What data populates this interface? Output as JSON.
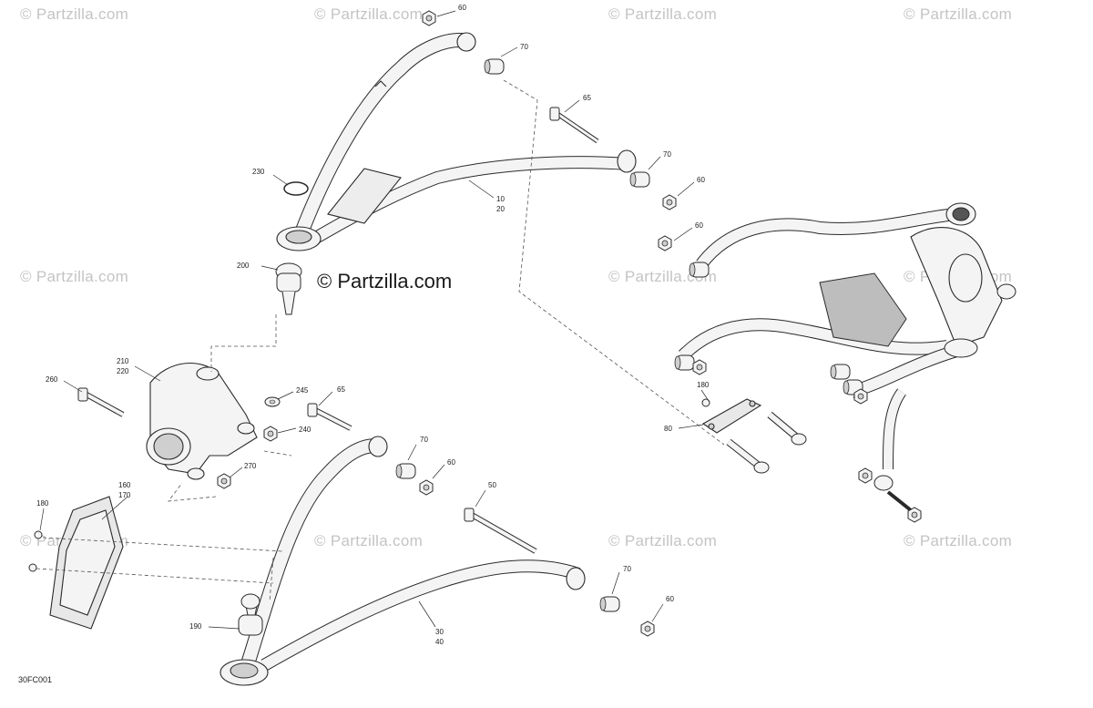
{
  "watermark": "© Partzilla.com",
  "brand": "© Partzilla.com",
  "diagram_code": "30FC001",
  "callouts": [
    "60",
    "70",
    "65",
    "70",
    "60",
    "230",
    "10",
    "20",
    "200",
    "60",
    "210",
    "220",
    "260",
    "245",
    "65",
    "240",
    "70",
    "60",
    "270",
    "50",
    "180",
    "80",
    "160",
    "170",
    "180",
    "70",
    "190",
    "30",
    "40",
    "60"
  ],
  "colors": {
    "line": "#2a2a2a",
    "fill": "#f4f4f4",
    "shade": "#cfcfcf",
    "watermark": "#c4c4c4"
  }
}
